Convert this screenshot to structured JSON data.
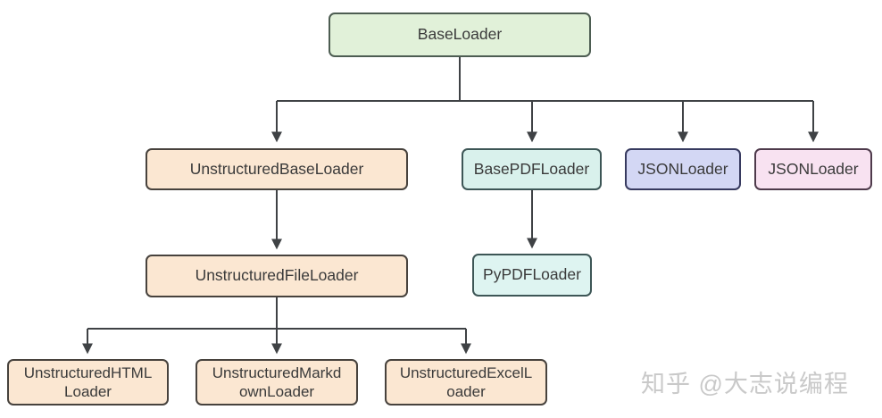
{
  "diagram": {
    "type": "class-hierarchy-flowchart",
    "subject": "Document loader class hierarchy",
    "nodes": [
      {
        "id": "base-loader",
        "label": "BaseLoader",
        "fill": "#e1f1d9",
        "border": "#4d5d52"
      },
      {
        "id": "unstructured-base-loader",
        "label": "UnstructuredBaseLoader",
        "fill": "#fbe7d2",
        "border": "#47423d"
      },
      {
        "id": "base-pdf-loader",
        "label": "BasePDFLoader",
        "fill": "#d9f1ec",
        "border": "#3d5656"
      },
      {
        "id": "json-loader-left",
        "label": "JSONLoader",
        "fill": "#d3d7f4",
        "border": "#373a5f"
      },
      {
        "id": "json-loader-right",
        "label": "JSONLoader",
        "fill": "#f8e2f1",
        "border": "#4e3a4b"
      },
      {
        "id": "unstructured-file-loader",
        "label": "UnstructuredFileLoader",
        "fill": "#fbe7d2",
        "border": "#47423d"
      },
      {
        "id": "py-pdf-loader",
        "label": "PyPDFLoader",
        "fill": "#def4f1",
        "border": "#3d5656"
      },
      {
        "id": "unstructured-html-loader",
        "label": "UnstructuredHTMLLoader",
        "fill": "#fbe7d2",
        "border": "#47423d"
      },
      {
        "id": "unstructured-markdown-loader",
        "label": "UnstructuredMarkdownLoader",
        "fill": "#fbe7d2",
        "border": "#47423d"
      },
      {
        "id": "unstructured-excel-loader",
        "label": "UnstructuredExcelLoader",
        "fill": "#fbe7d2",
        "border": "#47423d"
      }
    ],
    "edges": [
      {
        "from": "BaseLoader",
        "to": "UnstructuredBaseLoader"
      },
      {
        "from": "BaseLoader",
        "to": "BasePDFLoader"
      },
      {
        "from": "BaseLoader",
        "to": "JSONLoader (left)"
      },
      {
        "from": "BaseLoader",
        "to": "JSONLoader (right)"
      },
      {
        "from": "UnstructuredBaseLoader",
        "to": "UnstructuredFileLoader"
      },
      {
        "from": "BasePDFLoader",
        "to": "PyPDFLoader"
      },
      {
        "from": "UnstructuredFileLoader",
        "to": "UnstructuredHTMLLoader"
      },
      {
        "from": "UnstructuredFileLoader",
        "to": "UnstructuredMarkdownLoader"
      },
      {
        "from": "UnstructuredFileLoader",
        "to": "UnstructuredExcelLoader"
      }
    ],
    "watermark": "知乎 @大志说编程",
    "colors": {
      "background": "#ffffff",
      "line": "#3f4245",
      "text": "#3a3a3a",
      "watermark": "#c9c9c9"
    }
  }
}
